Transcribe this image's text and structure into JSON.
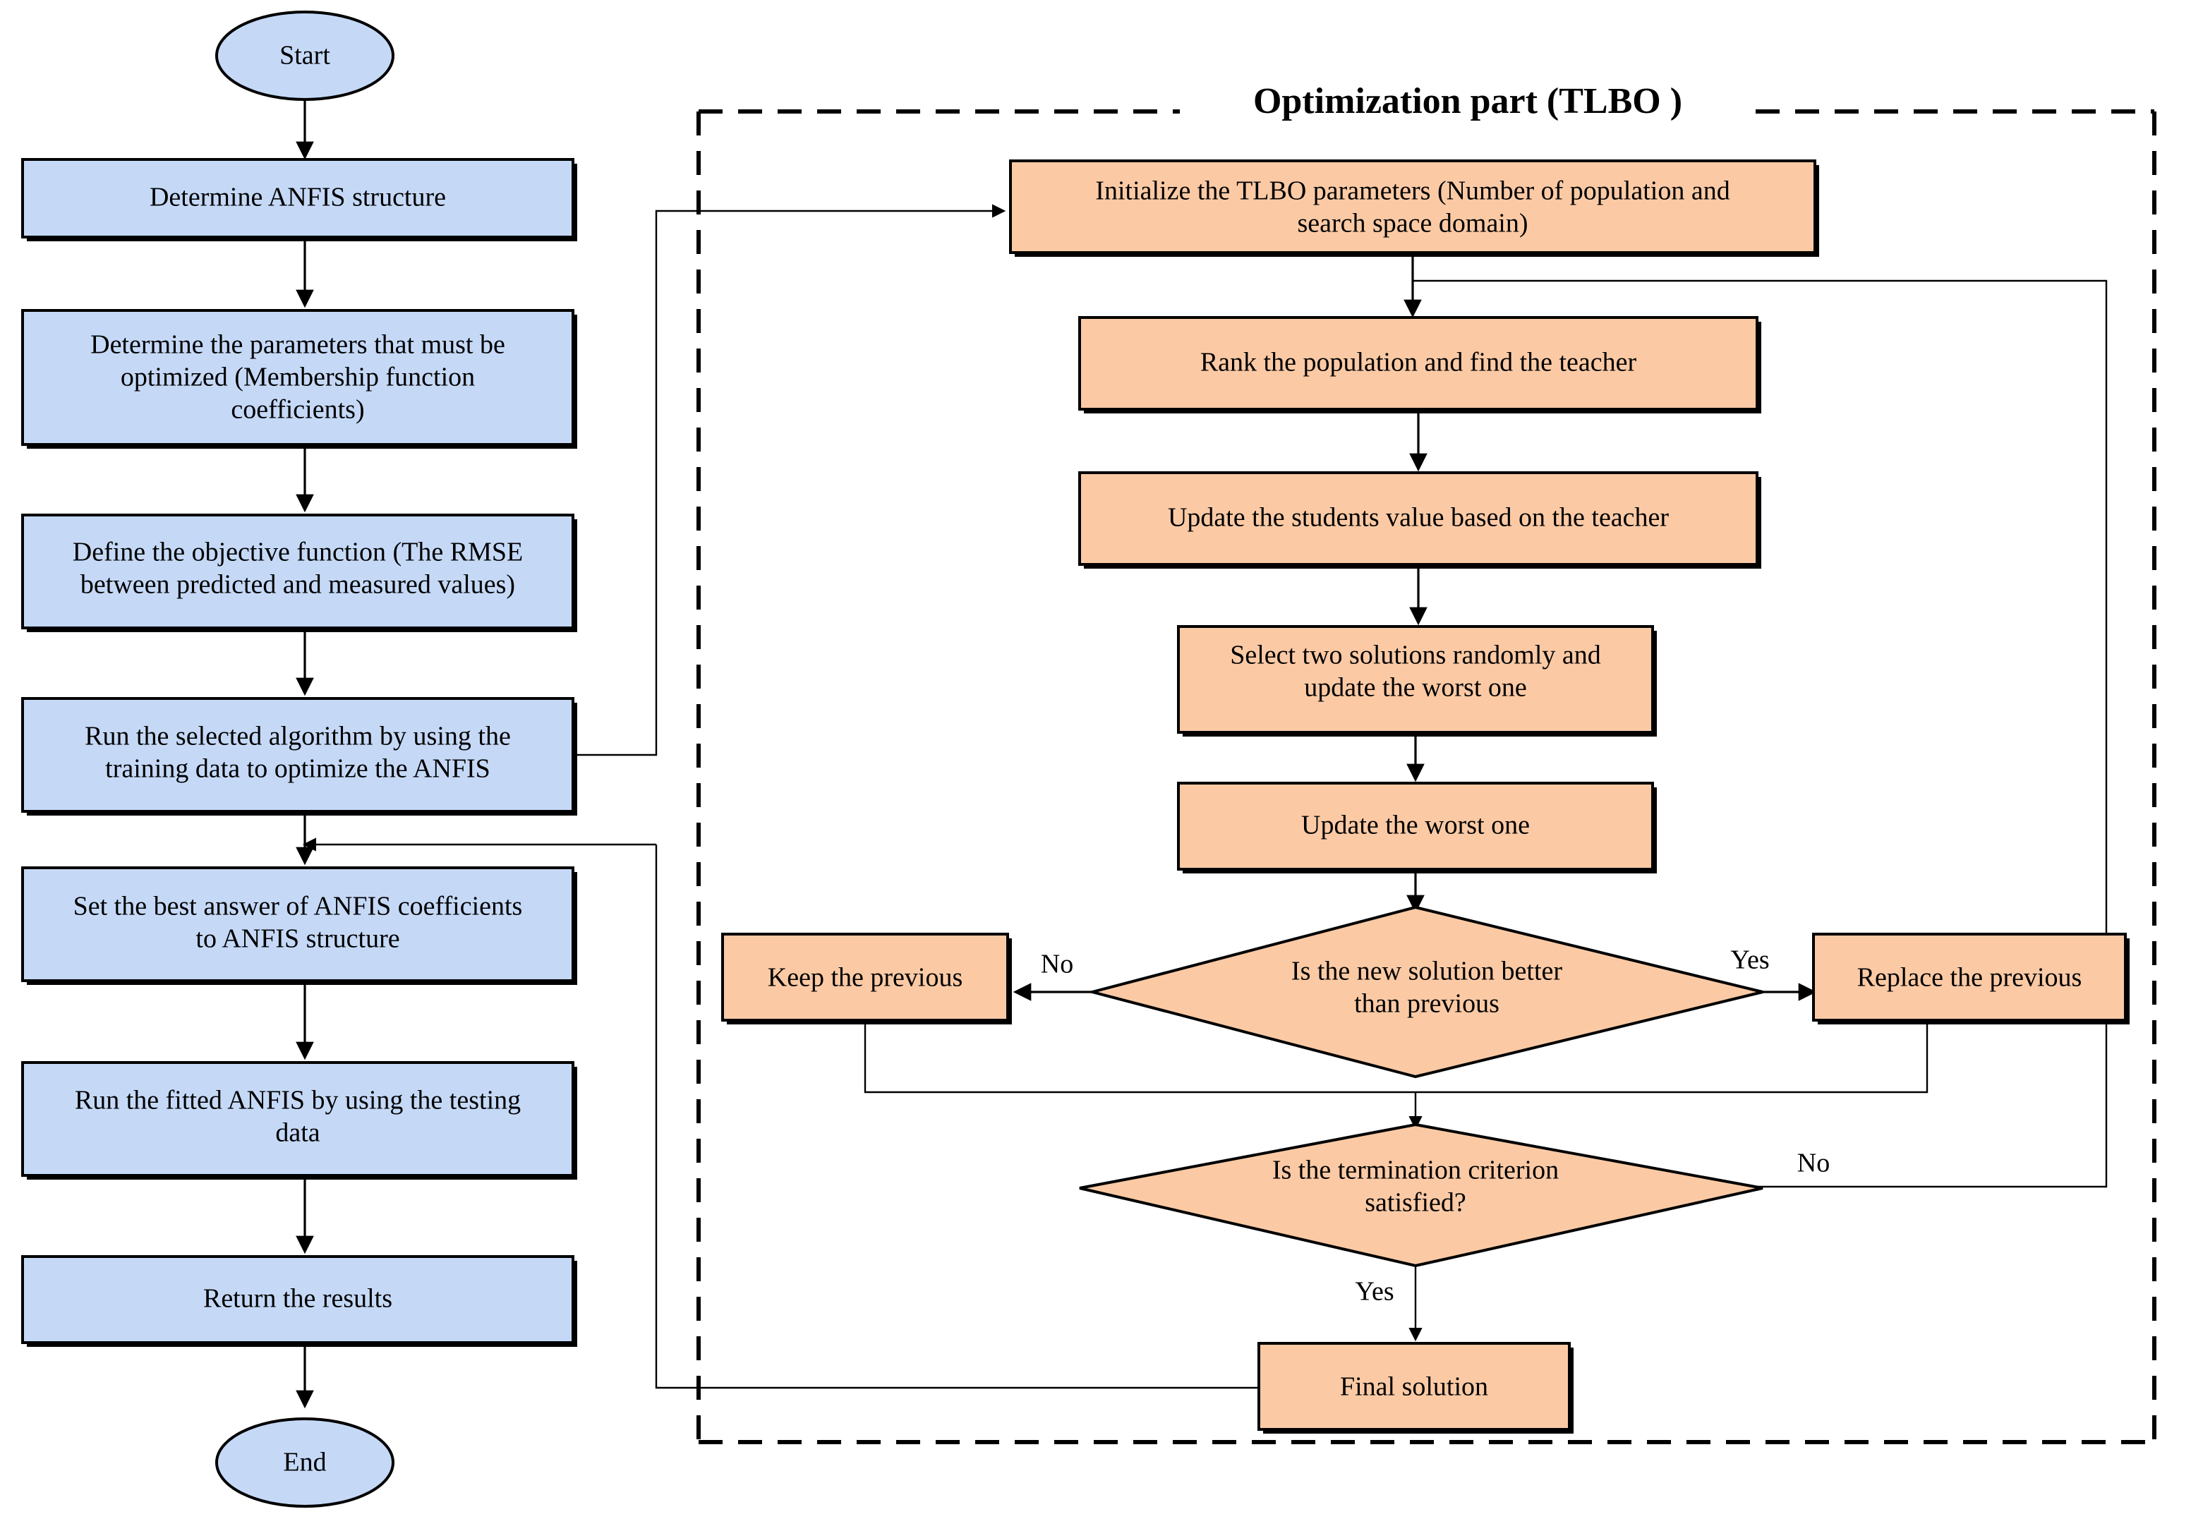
{
  "diagram": {
    "title_group": "Optimization part (TLBO )",
    "colors": {
      "process_blue": "#c5d9f7",
      "process_orange": "#fbcaa5",
      "stroke": "#000000",
      "background": "#ffffff"
    },
    "left_branch": {
      "start": "Start",
      "steps": [
        "Determine ANFIS structure",
        "Determine the parameters that must be optimized (Membership function coefficients)",
        "Define the objective function (The RMSE between predicted and measured values)",
        "Run the selected algorithm by using the training data to optimize the ANFIS",
        "Set the best answer of ANFIS coefficients to ANFIS structure",
        "Run the fitted ANFIS by using the testing data",
        "Return the results"
      ],
      "end": "End"
    },
    "left_nodes": {
      "n0_line1": "Determine ANFIS structure",
      "n1_line1": "Determine the parameters that must be",
      "n1_line2": "optimized (Membership function",
      "n1_line3": "coefficients)",
      "n2_line1": "Define the objective function (The RMSE",
      "n2_line2": "between predicted and measured values)",
      "n3_line1": "Run the selected algorithm by using the",
      "n3_line2": "training data to optimize the ANFIS",
      "n4_line1": "Set the best answer of ANFIS coefficients",
      "n4_line2": "to ANFIS structure",
      "n5_line1": "Run the fitted ANFIS by using the testing",
      "n5_line2": "data",
      "n6_line1": "Return the results"
    },
    "right_nodes": {
      "init_line1": "Initialize the TLBO parameters (Number of population and",
      "init_line2": "search space domain)",
      "rank_line1": "Rank the population and find the teacher",
      "update_students_line1": "Update the students value  based on the teacher",
      "select_line1": "Select two solutions randomly  and",
      "select_line2": "update the worst one",
      "update_worst_line1": "Update the worst one",
      "decision1_line1": "Is the new solution better",
      "decision1_line2": "than previous",
      "keep_previous": "Keep the previous",
      "replace_previous": "Replace the previous",
      "decision2_line1": "Is the termination criterion",
      "decision2_line2": "satisfied?",
      "final_solution": "Final solution"
    },
    "edge_labels": {
      "no_left": "No",
      "yes_right": "Yes",
      "yes_down": "Yes",
      "no_right": "No"
    }
  },
  "chart_data": {
    "type": "diagram",
    "title": "Optimization part (TLBO )",
    "nodes": [
      {
        "id": "start",
        "label": "Start",
        "shape": "terminator",
        "color": "#c5d9f7"
      },
      {
        "id": "determine_anfis",
        "label": "Determine ANFIS structure",
        "shape": "process",
        "color": "#c5d9f7"
      },
      {
        "id": "determine_params",
        "label": "Determine the parameters that must be optimized (Membership function coefficients)",
        "shape": "process",
        "color": "#c5d9f7"
      },
      {
        "id": "define_obj",
        "label": "Define the objective function (The RMSE between predicted and measured values)",
        "shape": "process",
        "color": "#c5d9f7"
      },
      {
        "id": "run_alg",
        "label": "Run the selected algorithm by using the training data to optimize the ANFIS",
        "shape": "process",
        "color": "#c5d9f7"
      },
      {
        "id": "set_best",
        "label": "Set the best answer of ANFIS coefficients to ANFIS structure",
        "shape": "process",
        "color": "#c5d9f7"
      },
      {
        "id": "run_fitted",
        "label": "Run the fitted ANFIS by using the testing data",
        "shape": "process",
        "color": "#c5d9f7"
      },
      {
        "id": "return_results",
        "label": "Return the results",
        "shape": "process",
        "color": "#c5d9f7"
      },
      {
        "id": "end",
        "label": "End",
        "shape": "terminator",
        "color": "#c5d9f7"
      },
      {
        "id": "init_tlbo",
        "label": "Initialize the TLBO parameters (Number of population and search space domain)",
        "shape": "process",
        "color": "#fbcaa5"
      },
      {
        "id": "rank_pop",
        "label": "Rank the population and find the teacher",
        "shape": "process",
        "color": "#fbcaa5"
      },
      {
        "id": "update_students",
        "label": "Update the students value  based on the teacher",
        "shape": "process",
        "color": "#fbcaa5"
      },
      {
        "id": "select_two",
        "label": "Select two solutions randomly  and update the worst one",
        "shape": "process",
        "color": "#fbcaa5"
      },
      {
        "id": "update_worst",
        "label": "Update the worst one",
        "shape": "process",
        "color": "#fbcaa5"
      },
      {
        "id": "is_better",
        "label": "Is the new solution better than previous",
        "shape": "decision",
        "color": "#fbcaa5"
      },
      {
        "id": "keep_prev",
        "label": "Keep the previous",
        "shape": "process",
        "color": "#fbcaa5"
      },
      {
        "id": "replace_prev",
        "label": "Replace the previous",
        "shape": "process",
        "color": "#fbcaa5"
      },
      {
        "id": "is_terminated",
        "label": "Is the termination criterion satisfied?",
        "shape": "decision",
        "color": "#fbcaa5"
      },
      {
        "id": "final_solution",
        "label": "Final solution",
        "shape": "process",
        "color": "#fbcaa5"
      }
    ],
    "edges": [
      {
        "from": "start",
        "to": "determine_anfis",
        "label": ""
      },
      {
        "from": "determine_anfis",
        "to": "determine_params",
        "label": ""
      },
      {
        "from": "determine_params",
        "to": "define_obj",
        "label": ""
      },
      {
        "from": "define_obj",
        "to": "run_alg",
        "label": ""
      },
      {
        "from": "run_alg",
        "to": "init_tlbo",
        "label": ""
      },
      {
        "from": "final_solution",
        "to": "set_best",
        "label": ""
      },
      {
        "from": "set_best",
        "to": "run_fitted",
        "label": ""
      },
      {
        "from": "run_fitted",
        "to": "return_results",
        "label": ""
      },
      {
        "from": "return_results",
        "to": "end",
        "label": ""
      },
      {
        "from": "init_tlbo",
        "to": "rank_pop",
        "label": ""
      },
      {
        "from": "rank_pop",
        "to": "update_students",
        "label": ""
      },
      {
        "from": "update_students",
        "to": "select_two",
        "label": ""
      },
      {
        "from": "select_two",
        "to": "update_worst",
        "label": ""
      },
      {
        "from": "update_worst",
        "to": "is_better",
        "label": ""
      },
      {
        "from": "is_better",
        "to": "keep_prev",
        "label": "No"
      },
      {
        "from": "is_better",
        "to": "replace_prev",
        "label": "Yes"
      },
      {
        "from": "keep_prev",
        "to": "is_terminated",
        "label": ""
      },
      {
        "from": "replace_prev",
        "to": "is_terminated",
        "label": ""
      },
      {
        "from": "is_terminated",
        "to": "final_solution",
        "label": "Yes"
      },
      {
        "from": "is_terminated",
        "to": "rank_pop",
        "label": "No"
      }
    ],
    "group": {
      "label": "Optimization part (TLBO )",
      "style": "dashed"
    }
  }
}
